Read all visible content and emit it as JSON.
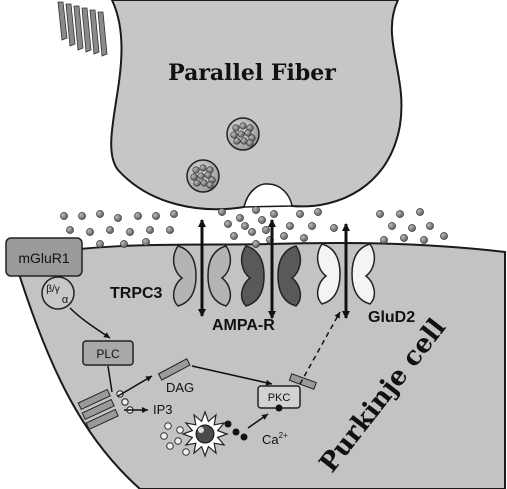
{
  "labels": {
    "parallel_fiber": "Parallel Fiber",
    "purkinje_cell": "Purkinje cell",
    "trpc3": "TRPC3",
    "ampa_r": "AMPA-R",
    "glud2": "GluD2",
    "mglur1": "mGluR1",
    "beta_gamma": "β/γ",
    "alpha": "α",
    "plc": "PLC",
    "dag": "DAG",
    "pkc": "PKC",
    "ip3": "IP3",
    "calcium": "Ca",
    "calcium_charge": "2+"
  },
  "colors": {
    "parallel_fiber_fill": "#c6c6c6",
    "purkinje_fill": "#c3c3c3",
    "outline": "#1a1a1a",
    "glutamate": "#7a7a7a",
    "trpc3_channel": "#b4b4b4",
    "ampa_channel": "#595959",
    "glud2_channel": "#f4f4f4",
    "plc_box": "#a8a8a8",
    "pkc_box": "#d2d2d2",
    "mglur1_box": "#9a9a9a"
  },
  "icons": {
    "vesicle": "vesicle-icon",
    "ip3_receptor": "ip3-receptor-starburst-icon",
    "calcium_ion": "calcium-ion-icon",
    "axon_fibers": "parallel-fiber-axons-icon"
  }
}
